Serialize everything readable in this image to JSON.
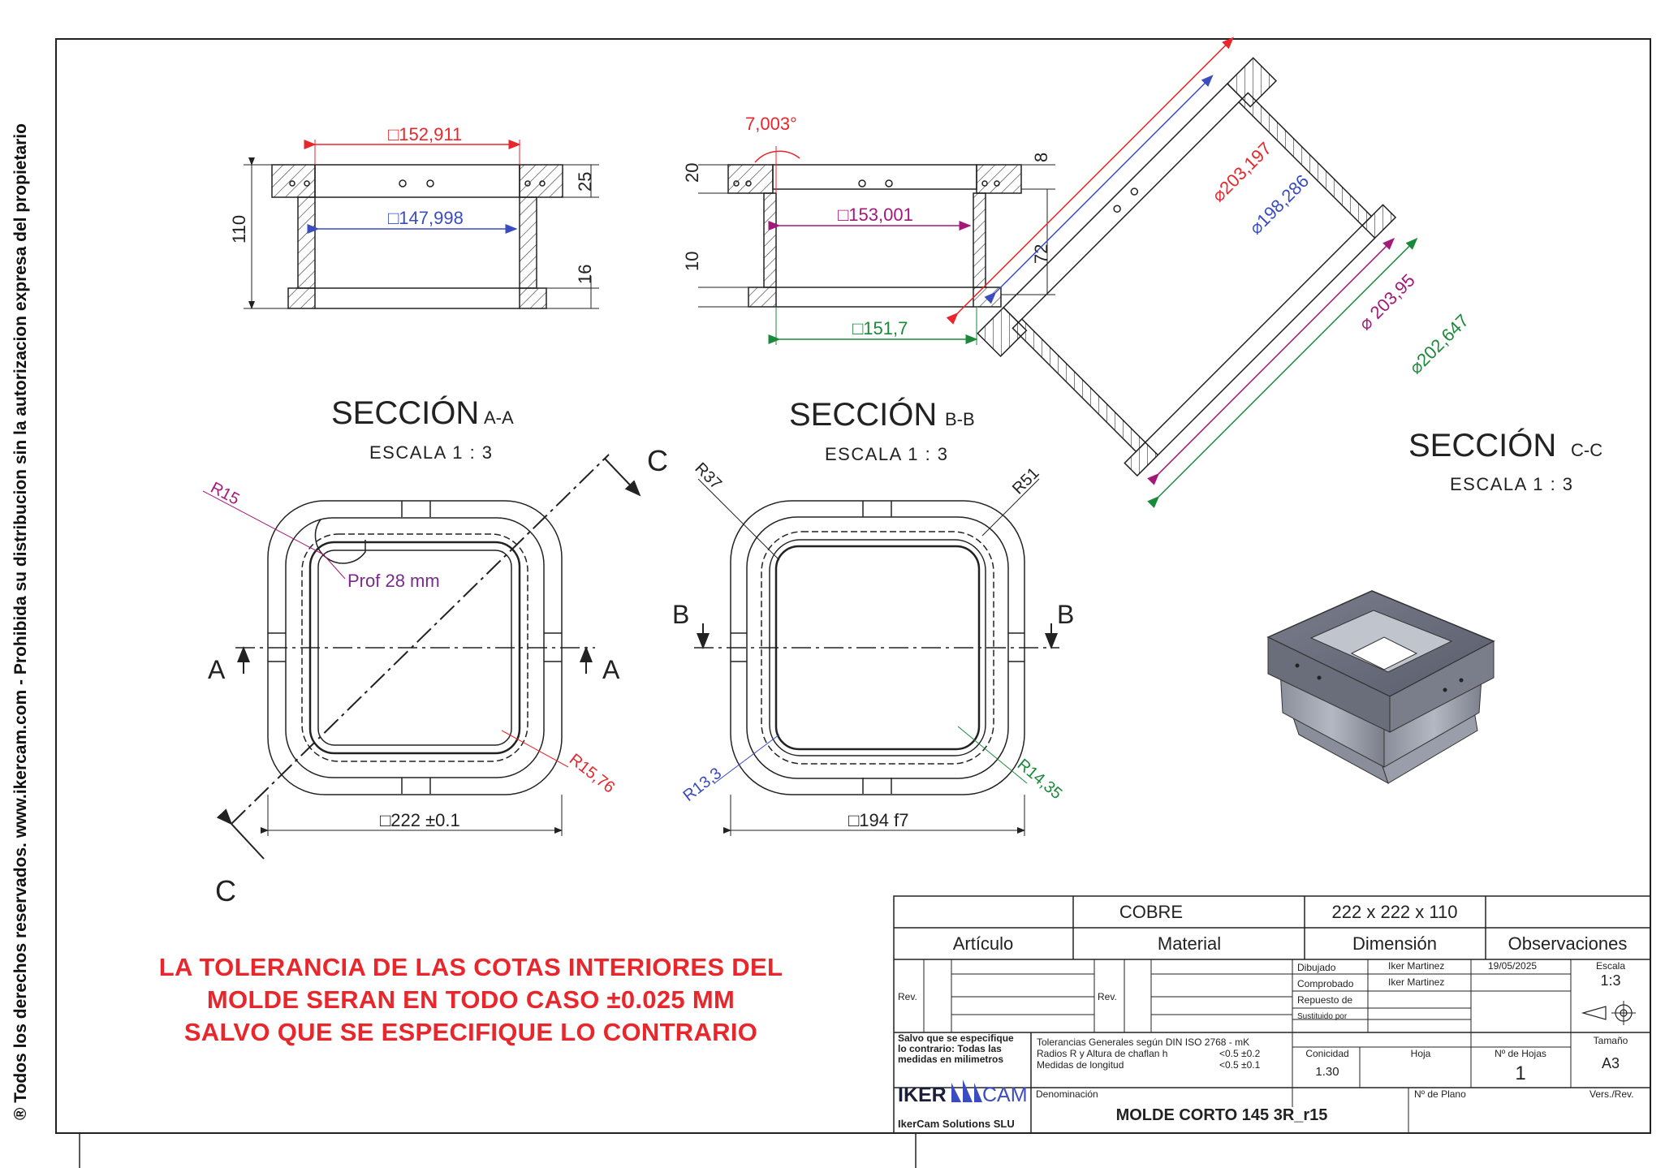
{
  "side_notice": "® Todos los derechos reservados. www.ikercam.com - Prohibida su distribucion sin la autorizacion expresa del propietario",
  "tolerance_note": {
    "line1": "LA TOLERANCIA DE LAS COTAS INTERIORES DEL",
    "line2": "MOLDE SERAN EN TODO CASO ±0.025 MM",
    "line3": "SALVO QUE SE ESPECIFIQUE LO CONTRARIO"
  },
  "colors": {
    "red": "#e8262b",
    "blue": "#3b4cc0",
    "magenta": "#a3197a",
    "green": "#1a8a3a",
    "purple": "#7a2a8a",
    "line": "#222222"
  },
  "section_aa": {
    "title": "SECCIÓN",
    "suffix": "A-A",
    "scale": "ESCALA 1 : 3",
    "dim_outer_top": "□152,911",
    "dim_inner": "□147,998",
    "dim_height": "110",
    "dim_top_flange": "25",
    "dim_bottom_flange": "16"
  },
  "section_bb": {
    "title": "SECCIÓN",
    "suffix": "B-B",
    "scale": "ESCALA 1 : 3",
    "dim_angle": "7,003°",
    "dim_inner": "□153,001",
    "dim_bottom": "□151,7",
    "dim_left_top": "20",
    "dim_left_bottom": "10",
    "dim_right_top": "8",
    "dim_right_body": "72"
  },
  "section_cc": {
    "title": "SECCIÓN",
    "suffix": "C-C",
    "scale": "ESCALA 1 : 3",
    "dim_1": "⌀203,197",
    "dim_2": "⌀198,286",
    "dim_3": "⌀ 203,95",
    "dim_4": "⌀202,647"
  },
  "top_view_left": {
    "label_r15": "R15",
    "label_depth": "Prof 28 mm",
    "label_r1576": "R15,76",
    "dim_width": "□222 ±0.1",
    "cut_c": "C",
    "cut_a": "A"
  },
  "top_view_right": {
    "label_r37": "R37",
    "label_r51": "R51",
    "label_r133": "R13,3",
    "label_r1435": "R14,35",
    "dim_width": "□194 f7",
    "cut_b": "B"
  },
  "title_block": {
    "material_value": "COBRE",
    "dimension_value": "222 x 222 x 110",
    "h_articulo": "Artículo",
    "h_material": "Material",
    "h_dimension": "Dimensión",
    "h_observaciones": "Observaciones",
    "rev": "Rev.",
    "dibujado": "Dibujado",
    "comprobado": "Comprobado",
    "repuesto": "Repuesto de",
    "sustituido": "Sustituido por",
    "author1": "Iker Martinez",
    "author2": "Iker Martinez",
    "date": "19/05/2025",
    "escala_label": "Escala",
    "escala_value": "1:3",
    "note_line1": "Salvo que se especifique",
    "note_line2": "lo contrario: Todas las",
    "note_line3": "medidas en milimetros",
    "tol_line1": "Tolerancias Generales según DIN  ISO  2768  - mK",
    "tol_line2": "Radios R y Altura de chaflan h",
    "tol_line2_val": "<0.5 ±0.2",
    "tol_line3": "Medidas de longitud",
    "tol_line3_val": "<0.5 ±0.1",
    "conicidad_label": "Conicidad",
    "conicidad_value": "1.30",
    "hoja_label": "Hoja",
    "nhojas_label": "Nº de Hojas",
    "nhojas_value": "1",
    "tamano_label": "Tamaño",
    "tamano_value": "A3",
    "logo_left": "IKER",
    "logo_right": "CAM",
    "company": "IkerCam Solutions SLU",
    "denominacion_label": "Denominación",
    "denominacion_value": "MOLDE CORTO 145 3R_r15",
    "nplano_label": "Nº de Plano",
    "vers_label": "Vers./Rev."
  }
}
